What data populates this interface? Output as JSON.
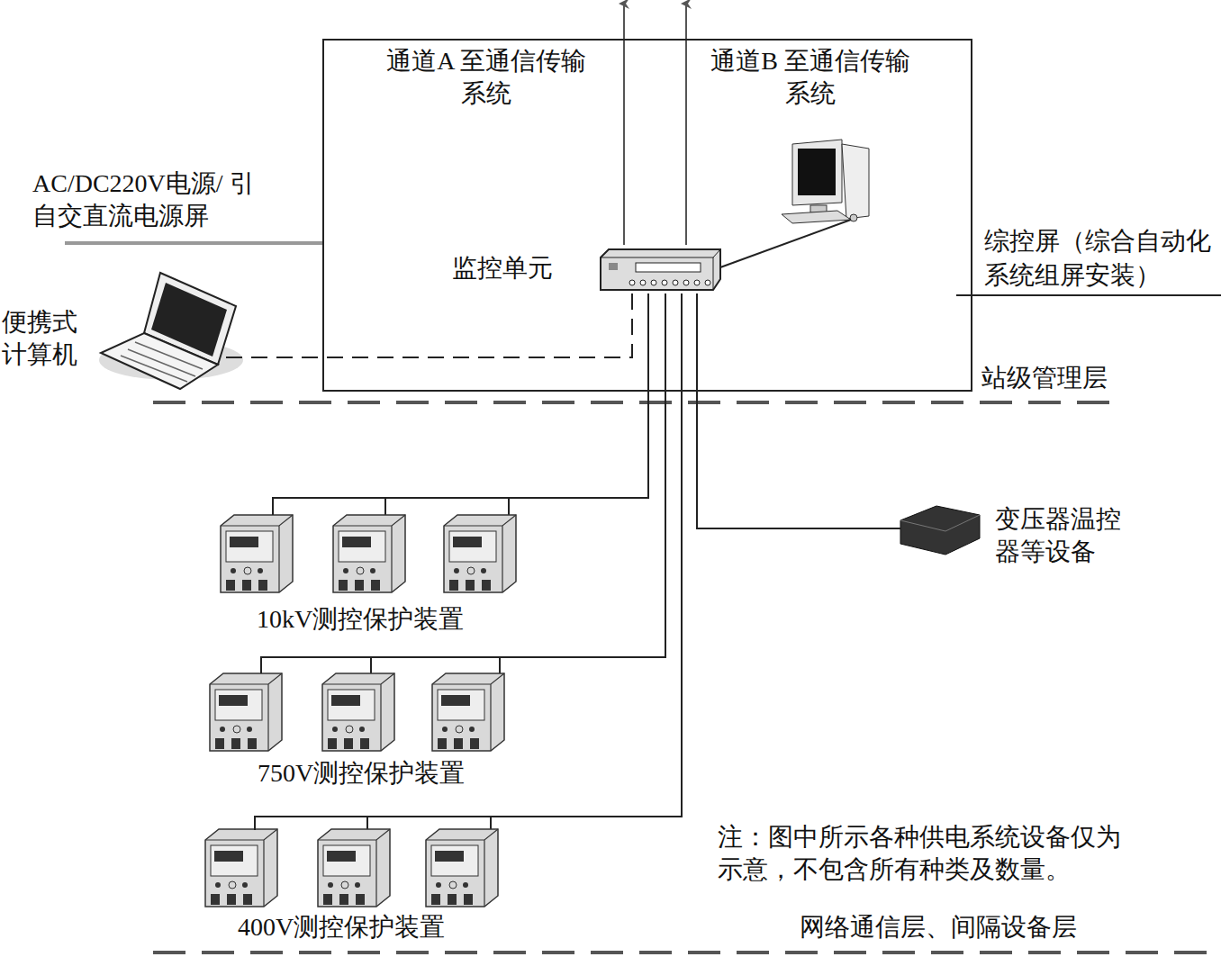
{
  "diagram": {
    "nodes": [
      {
        "text": [
          "综控屏（综合自动化系统组屏安装）"
        ]
      },
      {
        "text": [
          "监控单元"
        ],
        "in": 0
      },
      {
        "text": [
          "便携式计算机"
        ]
      },
      {
        "text": [
          "10kV测控保护装置"
        ]
      },
      {
        "text": [
          "750V测控保护装置"
        ]
      },
      {
        "text": [
          "400V测控保护装置"
        ]
      },
      {
        "text": [
          "变压器温控器等设备"
        ]
      }
    ],
    "edges": [
      {
        "from": 1,
        "to": 2,
        "arrow": "none"
      },
      {
        "from": 1,
        "to": 3,
        "arrow": "none"
      },
      {
        "from": 1,
        "to": 4,
        "arrow": "none"
      },
      {
        "from": 1,
        "to": 5,
        "arrow": "none"
      },
      {
        "from": 1,
        "to": 6,
        "arrow": "none"
      }
    ],
    "labels": [
      "通道A 至通信传输系统",
      "通道B 至通信传输系统",
      "AC/DC220V电源/ 引自交直流电源屏",
      "站级管理层",
      "注：图中所示各种供电系统设备仅为示意，不包含所有种类及数量。",
      "网络通信层、间隔设备层"
    ]
  }
}
